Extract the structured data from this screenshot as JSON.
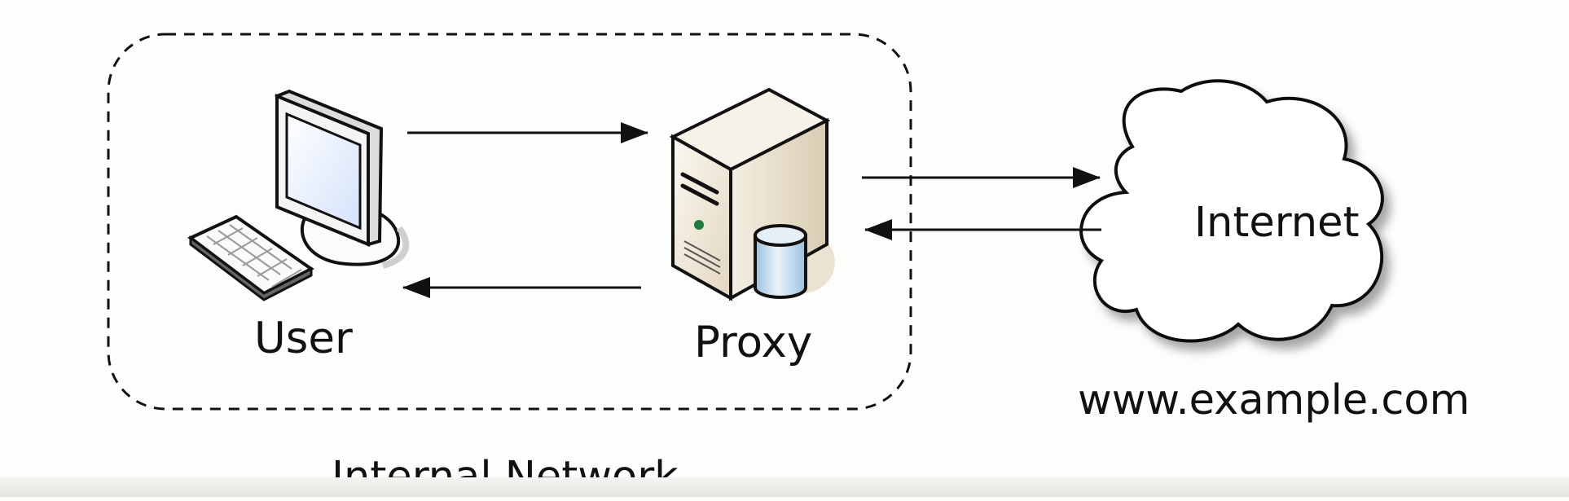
{
  "labels": {
    "user": "User",
    "proxy": "Proxy",
    "internet": "Internet",
    "domain": "www.example.com",
    "network": "Internal Network"
  },
  "icons": {
    "user": "desktop-computer-icon",
    "proxy": "server-tower-icon",
    "database": "database-cylinder-icon",
    "internet": "cloud-icon"
  },
  "colors": {
    "background": "#fdfdfc",
    "stroke": "#111111",
    "server_body": "#ece4d3",
    "screen": "#e6eefc",
    "cylinder": "#cfe2f1",
    "status_led": "#1e7a3e"
  }
}
